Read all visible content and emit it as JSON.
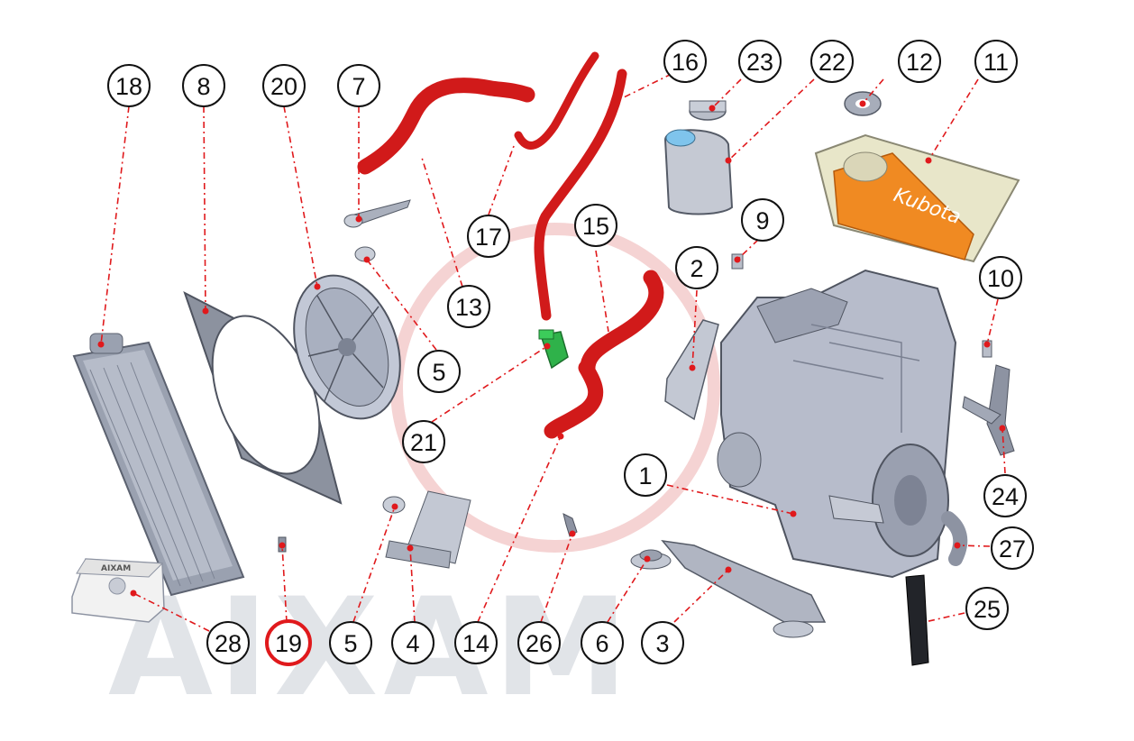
{
  "watermark": "AIXAM",
  "cover_brand": "Kubota",
  "box_brand": "AIXAM",
  "highlight_color": "#e0191c",
  "hose_color": "#d11a1a",
  "callouts": [
    {
      "id": "c18",
      "label": "18"
    },
    {
      "id": "c8",
      "label": "8"
    },
    {
      "id": "c20",
      "label": "20"
    },
    {
      "id": "c7",
      "label": "7"
    },
    {
      "id": "c16",
      "label": "16"
    },
    {
      "id": "c23",
      "label": "23"
    },
    {
      "id": "c22",
      "label": "22"
    },
    {
      "id": "c12",
      "label": "12"
    },
    {
      "id": "c11",
      "label": "11"
    },
    {
      "id": "c17",
      "label": "17"
    },
    {
      "id": "c15",
      "label": "15"
    },
    {
      "id": "c9",
      "label": "9"
    },
    {
      "id": "c2",
      "label": "2"
    },
    {
      "id": "c13",
      "label": "13"
    },
    {
      "id": "c10",
      "label": "10"
    },
    {
      "id": "c5a",
      "label": "5"
    },
    {
      "id": "c21",
      "label": "21"
    },
    {
      "id": "c1",
      "label": "1"
    },
    {
      "id": "c24",
      "label": "24"
    },
    {
      "id": "c27",
      "label": "27"
    },
    {
      "id": "c25",
      "label": "25"
    },
    {
      "id": "c28",
      "label": "28"
    },
    {
      "id": "c19",
      "label": "19",
      "highlighted": true
    },
    {
      "id": "c5b",
      "label": "5"
    },
    {
      "id": "c4",
      "label": "4"
    },
    {
      "id": "c14",
      "label": "14"
    },
    {
      "id": "c26",
      "label": "26"
    },
    {
      "id": "c6",
      "label": "6"
    },
    {
      "id": "c3",
      "label": "3"
    }
  ]
}
